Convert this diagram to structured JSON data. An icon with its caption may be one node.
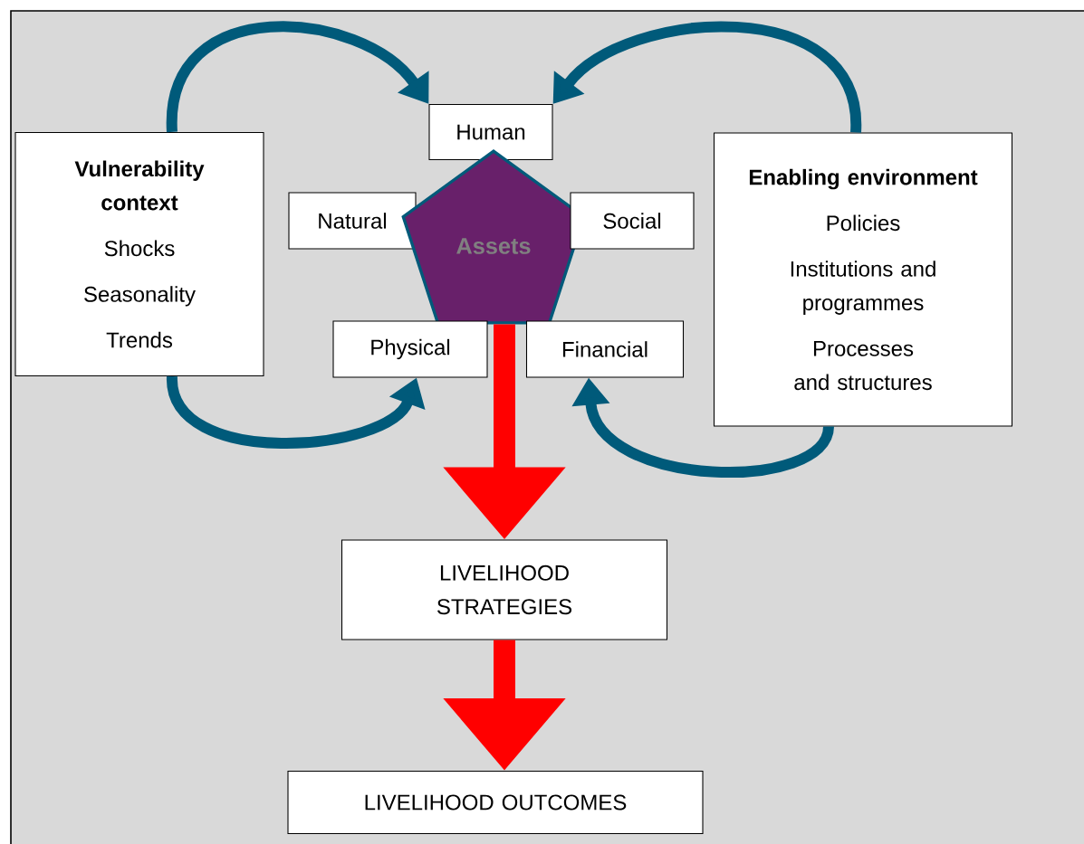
{
  "diagram": {
    "nodes": [
      {
        "text": [
          "Vulnerability context",
          "Shocks",
          "Seasonality",
          "Trends"
        ]
      },
      {
        "text": [
          "Human"
        ]
      },
      {
        "text": [
          "Natural"
        ]
      },
      {
        "text": [
          "Assets"
        ]
      },
      {
        "text": [
          "Social"
        ]
      },
      {
        "text": [
          "Physical"
        ]
      },
      {
        "text": [
          "Financial"
        ]
      },
      {
        "text": [
          "Enabling environment",
          "Policies",
          "Institutions and programmes",
          "Processes and structures"
        ]
      },
      {
        "text": [
          "LIVELIHOOD STRATEGIES"
        ]
      },
      {
        "text": [
          "LIVELIHOOD OUTCOMES"
        ]
      }
    ],
    "edges": [
      {
        "from": 0,
        "to": 1,
        "arrow": "to"
      },
      {
        "from": 7,
        "to": 1,
        "arrow": "to"
      },
      {
        "from": 0,
        "to": 5,
        "arrow": "to"
      },
      {
        "from": 7,
        "to": 6,
        "arrow": "to"
      },
      {
        "from": 3,
        "to": 8,
        "arrow": "to",
        "style": "thick",
        "color": "#ff0000"
      },
      {
        "from": 8,
        "to": 9,
        "arrow": "to",
        "style": "thick",
        "color": "#ff0000"
      }
    ]
  }
}
